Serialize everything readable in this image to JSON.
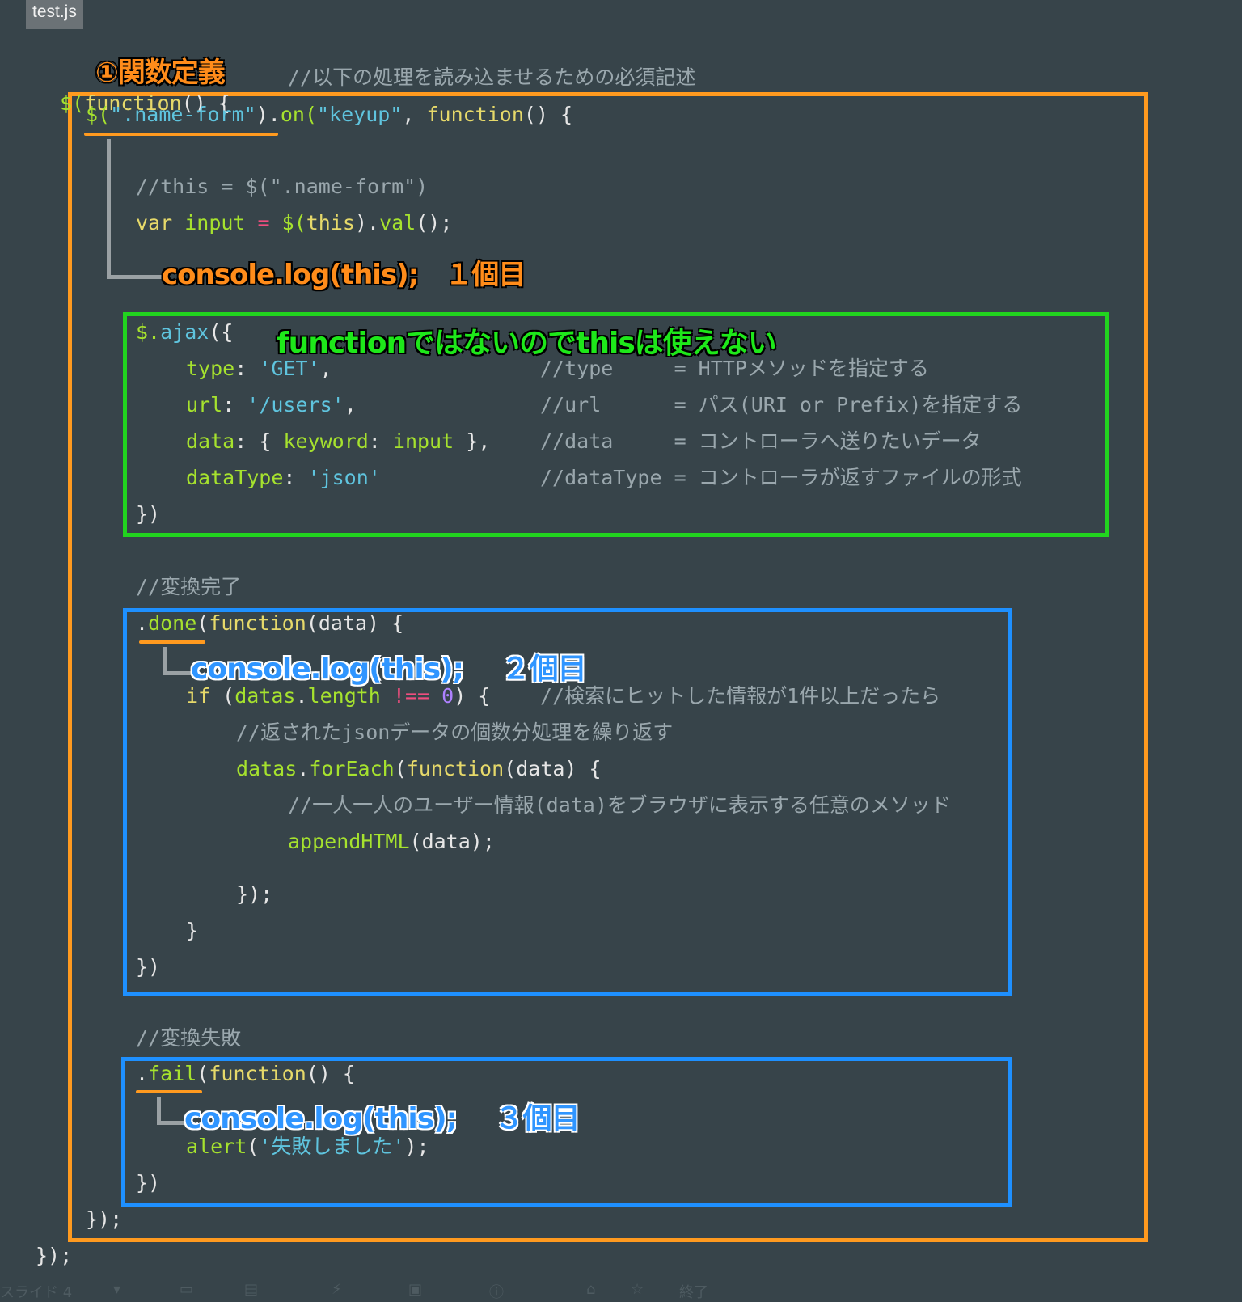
{
  "tab": {
    "filename": "test.js"
  },
  "code": {
    "l1_prefix": "$(",
    "l1_keyword": "function",
    "l1_rest": "() {",
    "l1_comment": "//以下の処理を読み込ませるための必須記述",
    "l2_dollar": "$(",
    "l2_selector": "\".name-form\"",
    "l2_close": ").",
    "l2_on": "on(",
    "l2_event": "\"keyup\"",
    "l2_comma": ", ",
    "l2_func": "function",
    "l2_end": "() {",
    "l3_comment": "//this = $(\".name-form\")",
    "l4_var": "var ",
    "l4_input": "input",
    "l4_eq": " = ",
    "l4_dollar": "$(",
    "l4_this": "this",
    "l4_close": ").",
    "l4_val": "val",
    "l4_end": "();",
    "a1_dollar": "$.",
    "a1_ajax": "ajax",
    "a1_end": "({",
    "a2_key": "type",
    "a2_colon": ": ",
    "a2_val": "'GET'",
    "a2_comma": ",",
    "a2_comment": "//type     = HTTPメソッドを指定する",
    "a3_key": "url",
    "a3_colon": ": ",
    "a3_val": "'/users'",
    "a3_comma": ",",
    "a3_comment": "//url      = パス(URI or Prefix)を指定する",
    "a4_key": "data",
    "a4_colon": ": { ",
    "a4_inner_key": "keyword",
    "a4_inner_colon": ": ",
    "a4_inner_val": "input",
    "a4_end": " },",
    "a4_comment": "//data     = コントローラへ送りたいデータ",
    "a5_key": "dataType",
    "a5_colon": ": ",
    "a5_val": "'json'",
    "a5_comment": "//dataType = コントローラが返すファイルの形式",
    "a6_close": "})",
    "c_done": "//変換完了",
    "d1_dot": ".",
    "d1_done": "done",
    "d1_paren": "(",
    "d1_func": "function",
    "d1_args": "(data) {",
    "d2_if": "if ",
    "d2_open": "(",
    "d2_datas": "datas",
    "d2_dot": ".",
    "d2_length": "length",
    "d2_op": " !== ",
    "d2_zero": "0",
    "d2_end": ") {",
    "d2_comment": "//検索にヒットした情報が1件以上だったら",
    "d3_comment": "//返されたjsonデータの個数分処理を繰り返す",
    "d4_datas": "datas",
    "d4_dot": ".",
    "d4_foreach": "forEach",
    "d4_paren": "(",
    "d4_func": "function",
    "d4_args": "(data) {",
    "d5_comment": "//一人一人のユーザー情報(data)をブラウザに表示する任意のメソッド",
    "d6_call": "appendHTML",
    "d6_args": "(data);",
    "d7_close": "});",
    "d8_close": "}",
    "d9_close": "})",
    "c_fail": "//変換失敗",
    "f1_dot": ".",
    "f1_fail": "fail",
    "f1_paren": "(",
    "f1_func": "function",
    "f1_end": "() {",
    "f2_alert": "alert",
    "f2_open": "(",
    "f2_str": "'失敗しました'",
    "f2_end": ");",
    "f3_close": "})",
    "end_inner": "});",
    "end_outer": "});"
  },
  "annotations": {
    "func_def": "①関数定義",
    "log1": "console.log(this);　１個目",
    "not_function": "functionではないのでthisは使えない",
    "log2": "console.log(this);　 ２個目",
    "log3": "console.log(this);　 ３個目"
  },
  "colors": {
    "orange": "#ff9a1f",
    "green": "#22d41f",
    "blue": "#1e90ff",
    "background": "#37444a"
  },
  "bottom_bar": {
    "slide": "スライド 4",
    "end": "終了"
  }
}
